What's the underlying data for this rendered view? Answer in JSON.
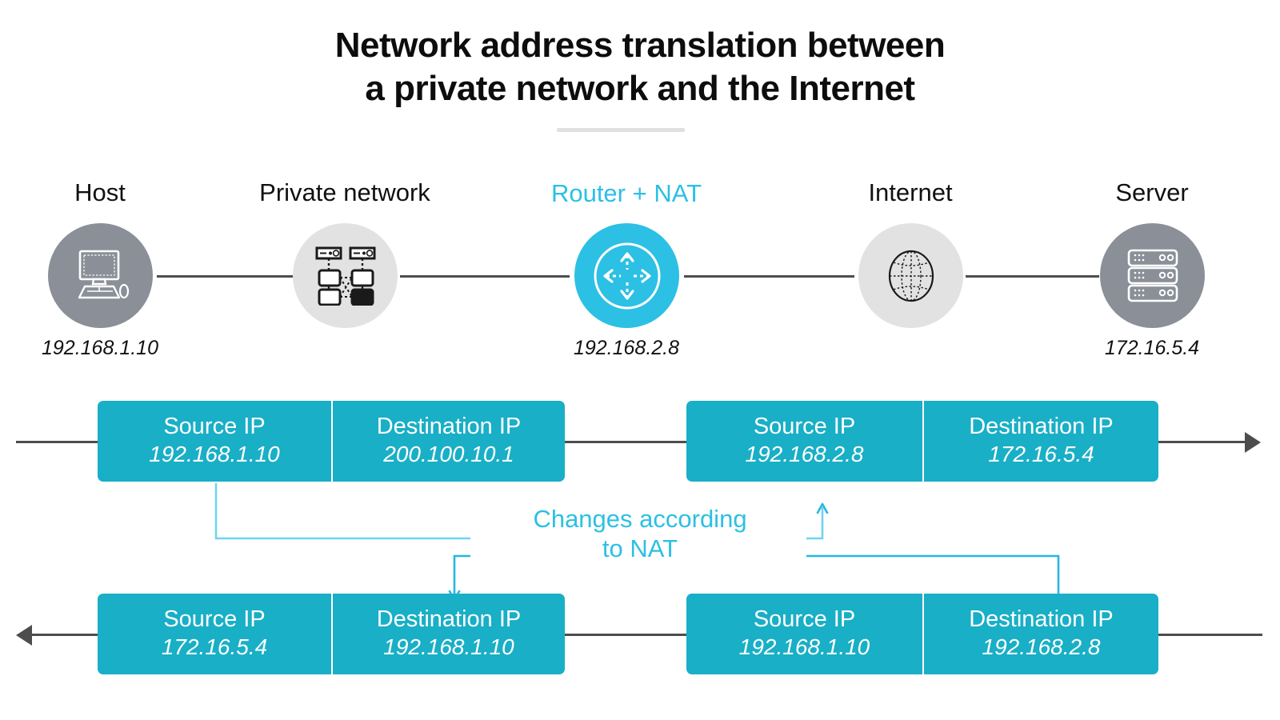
{
  "title": {
    "line1": "Network address translation between",
    "line2": "a private network and the Internet"
  },
  "colors": {
    "accent_cyan": "#2cc0e4",
    "packet_teal": "#19afc6",
    "node_gray": "#8a8f98",
    "node_light_gray": "#e2e2e2",
    "line_dark": "#4d4d4d",
    "rule_gray": "#e0e0e0"
  },
  "nodes": [
    {
      "label": "Host",
      "ip": "192.168.1.10",
      "icon": "desktop-computer-icon",
      "circle": "gray",
      "accent": false
    },
    {
      "label": "Private network",
      "ip": "",
      "icon": "network-topology-icon",
      "circle": "light",
      "accent": false
    },
    {
      "label": "Router + NAT",
      "ip": "192.168.2.8",
      "icon": "router-icon",
      "circle": "cyan",
      "accent": true
    },
    {
      "label": "Internet",
      "ip": "",
      "icon": "globe-icon",
      "circle": "light",
      "accent": false
    },
    {
      "label": "Server",
      "ip": "172.16.5.4",
      "icon": "server-rack-icon",
      "circle": "gray",
      "accent": false
    }
  ],
  "packets": {
    "outbound_before": {
      "direction": "right",
      "cells": [
        {
          "header": "Source IP",
          "value": "192.168.1.10"
        },
        {
          "header": "Destination IP",
          "value": "200.100.10.1"
        }
      ]
    },
    "outbound_after": {
      "direction": "right",
      "cells": [
        {
          "header": "Source IP",
          "value": "192.168.2.8"
        },
        {
          "header": "Destination IP",
          "value": "172.16.5.4"
        }
      ]
    },
    "inbound_after": {
      "direction": "left",
      "cells": [
        {
          "header": "Source IP",
          "value": "172.16.5.4"
        },
        {
          "header": "Destination IP",
          "value": "192.168.1.10"
        }
      ]
    },
    "inbound_before": {
      "direction": "left",
      "cells": [
        {
          "header": "Source IP",
          "value": "192.168.1.10"
        },
        {
          "header": "Destination IP",
          "value": "192.168.2.8"
        }
      ]
    }
  },
  "nat_note": {
    "caption": "Changes according\nto NAT"
  }
}
